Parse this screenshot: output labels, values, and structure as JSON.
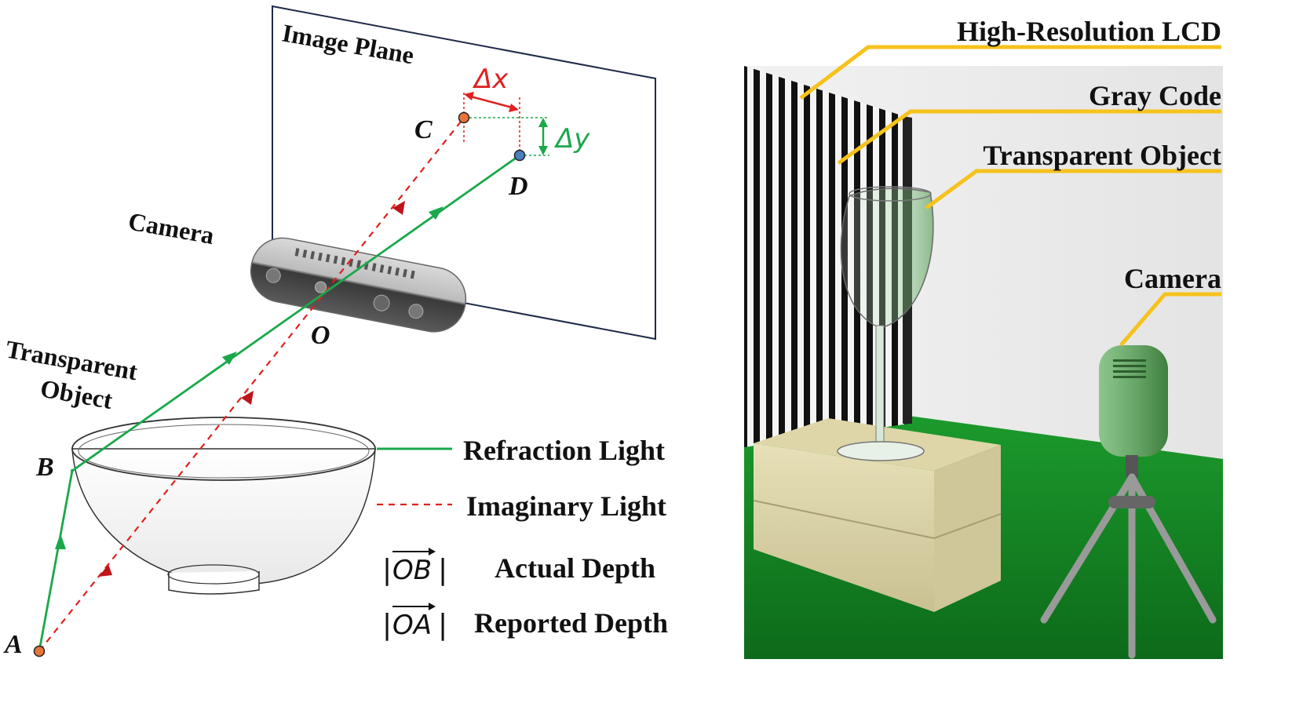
{
  "diagram": {
    "labels": {
      "image_plane": "Image Plane",
      "camera": "Camera",
      "transparent_object_line1": "Transparent",
      "transparent_object_line2": "Object",
      "point_a": "A",
      "point_b": "B",
      "point_c": "C",
      "point_d": "D",
      "point_o": "O",
      "delta_x": "Δx",
      "delta_y": "Δy"
    },
    "legend": {
      "refraction": "Refraction Light",
      "imaginary": "Imaginary Light",
      "ob_symbol": "OB",
      "ob_text": "Actual Depth",
      "oa_symbol": "OA",
      "oa_text": "Reported Depth"
    },
    "colors": {
      "refraction": "#1aa84a",
      "imaginary": "#e02020",
      "plane_border": "#1f2a4a",
      "callout": "#f6c21c",
      "point_orange": "#e8743a",
      "point_blue": "#4a7fbf"
    }
  },
  "photo": {
    "labels": {
      "lcd": "High-Resolution LCD",
      "gray_code": "Gray Code",
      "transparent_object": "Transparent Object",
      "camera": "Camera"
    }
  }
}
